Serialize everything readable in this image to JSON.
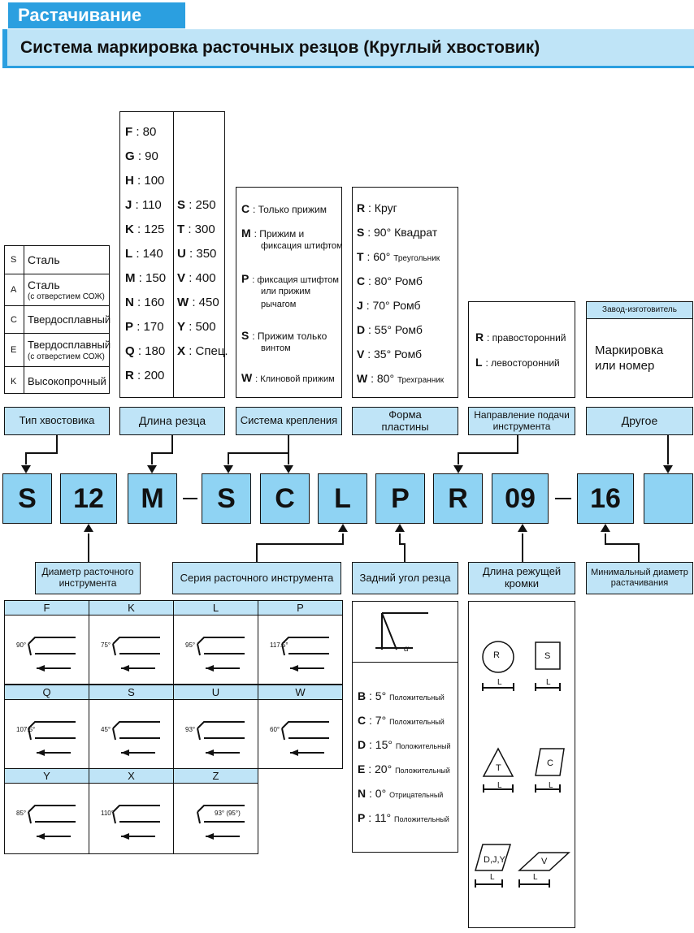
{
  "header": {
    "section": "Растачивание",
    "title": "Система маркировка расточных резцов  (Круглый хвостовик)"
  },
  "shank_type": {
    "label": "Тип хвостовика",
    "items": [
      {
        "code": "S",
        "text": "Сталь",
        "note": ""
      },
      {
        "code": "A",
        "text": "Сталь",
        "note": "(с отверстием СОЖ)"
      },
      {
        "code": "C",
        "text": "Твердосплавный",
        "note": ""
      },
      {
        "code": "E",
        "text": "Твердосплавный",
        "note": "(с отверстием СОЖ)"
      },
      {
        "code": "K",
        "text": "Высокопрочный",
        "note": ""
      }
    ]
  },
  "length": {
    "label": "Длина резца",
    "left": [
      {
        "code": "F",
        "value": ": 80"
      },
      {
        "code": "G",
        "value": ": 90"
      },
      {
        "code": "H",
        "value": ": 100"
      },
      {
        "code": "J",
        "value": ": 110"
      },
      {
        "code": "K",
        "value": ": 125"
      },
      {
        "code": "L",
        "value": ": 140"
      },
      {
        "code": "M",
        "value": ": 150"
      },
      {
        "code": "N",
        "value": ": 160"
      },
      {
        "code": "P",
        "value": ": 170"
      },
      {
        "code": "Q",
        "value": ": 180"
      },
      {
        "code": "R",
        "value": ": 200"
      }
    ],
    "right": [
      {
        "code": "S",
        "value": ": 250"
      },
      {
        "code": "T",
        "value": ": 300"
      },
      {
        "code": "U",
        "value": ": 350"
      },
      {
        "code": "V",
        "value": ": 400"
      },
      {
        "code": "W",
        "value": ": 450"
      },
      {
        "code": "Y",
        "value": ": 500"
      },
      {
        "code": "X",
        "value": ": Спец."
      }
    ]
  },
  "clamping": {
    "label": "Система крепления",
    "items": [
      {
        "code": "C",
        "text": ": Только прижим"
      },
      {
        "code": "M",
        "text": ": Прижим и",
        "text2": "фиксация штифтом"
      },
      {
        "code": "P",
        "text": ": фиксация штифтом",
        "text2": "или прижим",
        "text3": "рычагом"
      },
      {
        "code": "S",
        "text": ": Прижим только",
        "text2": "винтом"
      },
      {
        "code": "W",
        "text": ": Клиновой прижим"
      }
    ]
  },
  "insert_shape": {
    "label": "Форма пластины",
    "items": [
      {
        "code": "R",
        "text": ": Круг",
        "note": ""
      },
      {
        "code": "S",
        "text": ": 90° Квадрат",
        "note": ""
      },
      {
        "code": "T",
        "text": ": 60°",
        "note": "Треугольник"
      },
      {
        "code": "C",
        "text": ": 80° Ромб",
        "note": ""
      },
      {
        "code": "J",
        "text": ": 70° Ромб",
        "note": ""
      },
      {
        "code": "D",
        "text": ": 55° Ромб",
        "note": ""
      },
      {
        "code": "V",
        "text": ": 35° Ромб",
        "note": ""
      },
      {
        "code": "W",
        "text": ": 80°",
        "note": "Трехгранник"
      }
    ]
  },
  "direction": {
    "label": "Направление подачи инструмента",
    "items": [
      {
        "code": "R",
        "text": ": правосторонний"
      },
      {
        "code": "L",
        "text": ": левосторонний"
      }
    ]
  },
  "other": {
    "label": "Другое",
    "maker": "Завод-изготовитель",
    "text": "Маркировка или номер"
  },
  "codes": [
    "S",
    "12",
    "M",
    "S",
    "C",
    "L",
    "P",
    "R",
    "09",
    "16",
    ""
  ],
  "bottom_labels": {
    "diameter": "Диаметр расточного инструмента",
    "series": "Серия расточного инструмента",
    "clearance": "Задний угол резца",
    "edge": "Длина режущей кромки",
    "min_diameter": "Минимальный диаметр растачивания"
  },
  "series_table": [
    {
      "code": "F",
      "angle": "90°"
    },
    {
      "code": "K",
      "angle": "75°"
    },
    {
      "code": "L",
      "angle": "95°"
    },
    {
      "code": "P",
      "angle": "117.5°"
    },
    {
      "code": "Q",
      "angle": "107.5°"
    },
    {
      "code": "S",
      "angle": "45°"
    },
    {
      "code": "U",
      "angle": "93°"
    },
    {
      "code": "W",
      "angle": "60°"
    },
    {
      "code": "Y",
      "angle": "85°"
    },
    {
      "code": "X",
      "angle": "110°"
    },
    {
      "code": "Z",
      "angle": "93° (95°)"
    }
  ],
  "clearance_items": [
    {
      "code": "B",
      "value": ":   5°",
      "note": "Положительный"
    },
    {
      "code": "C",
      "value": ":   7°",
      "note": "Положительный"
    },
    {
      "code": "D",
      "value": ": 15°",
      "note": "Положительный"
    },
    {
      "code": "E",
      "value": ": 20°",
      "note": "Положительный"
    },
    {
      "code": "N",
      "value": ":   0°",
      "note": "Отрицательный"
    },
    {
      "code": "P",
      "value": ": 11°",
      "note": "Положительный"
    }
  ],
  "clearance_alpha": "α",
  "edge_shapes": {
    "r": "R",
    "s": "S",
    "t": "T",
    "c": "C",
    "d": "D,J,Y",
    "v": "V",
    "l": "L"
  },
  "colors": {
    "accent": "#2b9fe0",
    "label_bg": "#bfe4f7",
    "code_bg": "#8fd3f3"
  }
}
